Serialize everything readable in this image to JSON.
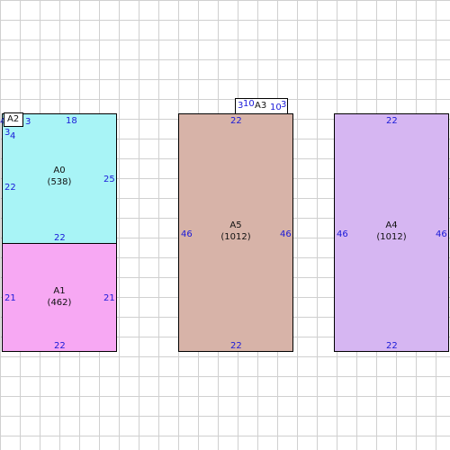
{
  "colors": {
    "A0": "#a8f4f6",
    "A1": "#f7a8f3",
    "A5": "#d7b3a8",
    "A4": "#d6b6f2",
    "dimension_text": "#1a1ad8",
    "grid": "#d0d0d0"
  },
  "rooms": {
    "A0": {
      "name": "A0",
      "area": "(538)",
      "top": "18",
      "left": "22",
      "right": "25",
      "bottom": "22",
      "corner_a": "4",
      "corner_b": "3"
    },
    "A1": {
      "name": "A1",
      "area": "(462)",
      "left": "21",
      "right": "21",
      "bottom": "22"
    },
    "A5": {
      "name": "A5",
      "area": "(1012)",
      "top": "22",
      "left": "46",
      "right": "46",
      "bottom": "22"
    },
    "A4": {
      "name": "A4",
      "area": "(1012)",
      "top": "22",
      "left": "46",
      "right": "46",
      "bottom": "22"
    }
  },
  "tags": {
    "A2": {
      "name": "A2",
      "dim_a": "3",
      "dim_b": "4"
    },
    "A3": {
      "name": "A3",
      "dim_left_a": "3",
      "dim_left_b": "10",
      "dim_right_a": "10",
      "dim_right_b": "3"
    }
  }
}
